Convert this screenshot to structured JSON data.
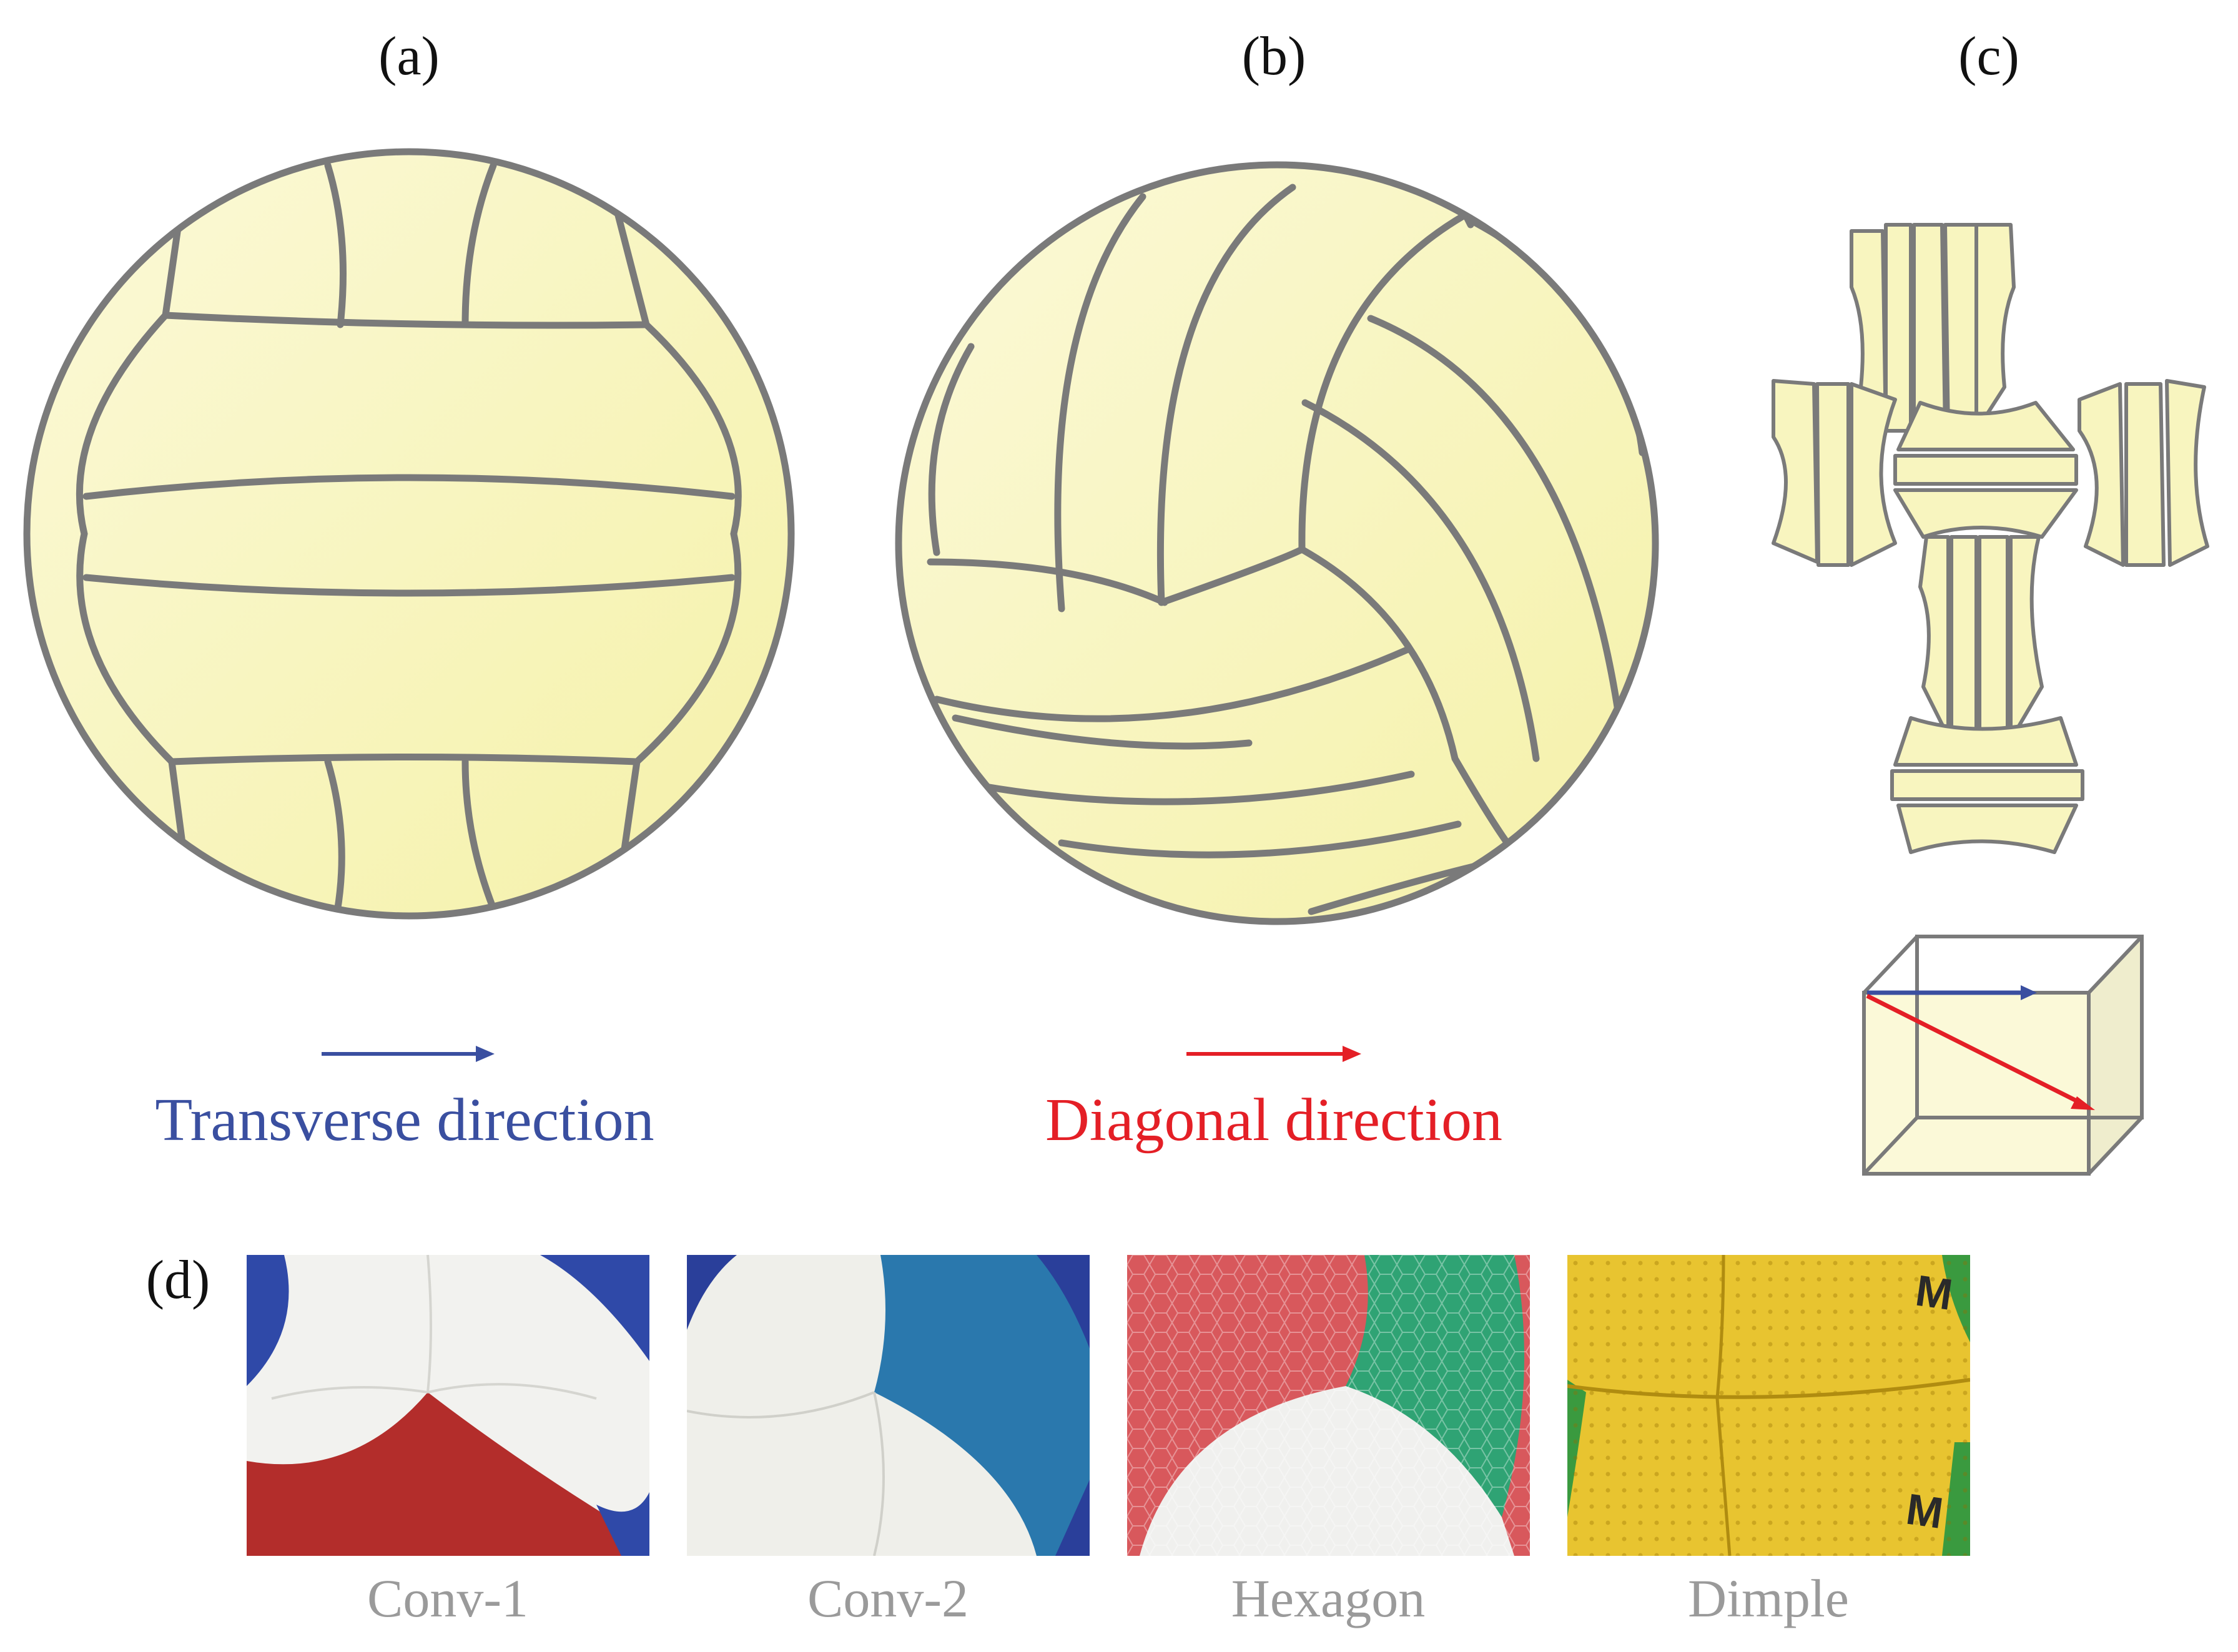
{
  "panels": {
    "a": {
      "label": "(a)"
    },
    "b": {
      "label": "(b)"
    },
    "c": {
      "label": "(c)"
    },
    "d": {
      "label": "(d)"
    }
  },
  "directions": {
    "transverse": {
      "label": "Transverse direction",
      "color": "#3a4fa0"
    },
    "diagonal": {
      "label": "Diagonal direction",
      "color": "#e41f26"
    }
  },
  "photos": [
    {
      "caption": "Conv-1",
      "colors": [
        "#f2f2ef",
        "#b32d2b",
        "#2f49a8"
      ]
    },
    {
      "caption": "Conv-2",
      "colors": [
        "#efefea",
        "#2a78ad",
        "#2a3f9a"
      ]
    },
    {
      "caption": "Hexagon",
      "colors": [
        "#d8585c",
        "#2fa374",
        "#f0f0ee"
      ]
    },
    {
      "caption": "Dimple",
      "colors": [
        "#e8c430",
        "#3a9a3f",
        "#2a2a2a"
      ]
    }
  ],
  "style": {
    "ball_fill": "#f8f5bf",
    "seam_color": "#7a7a7a",
    "caption_color": "#9a9a9a"
  }
}
